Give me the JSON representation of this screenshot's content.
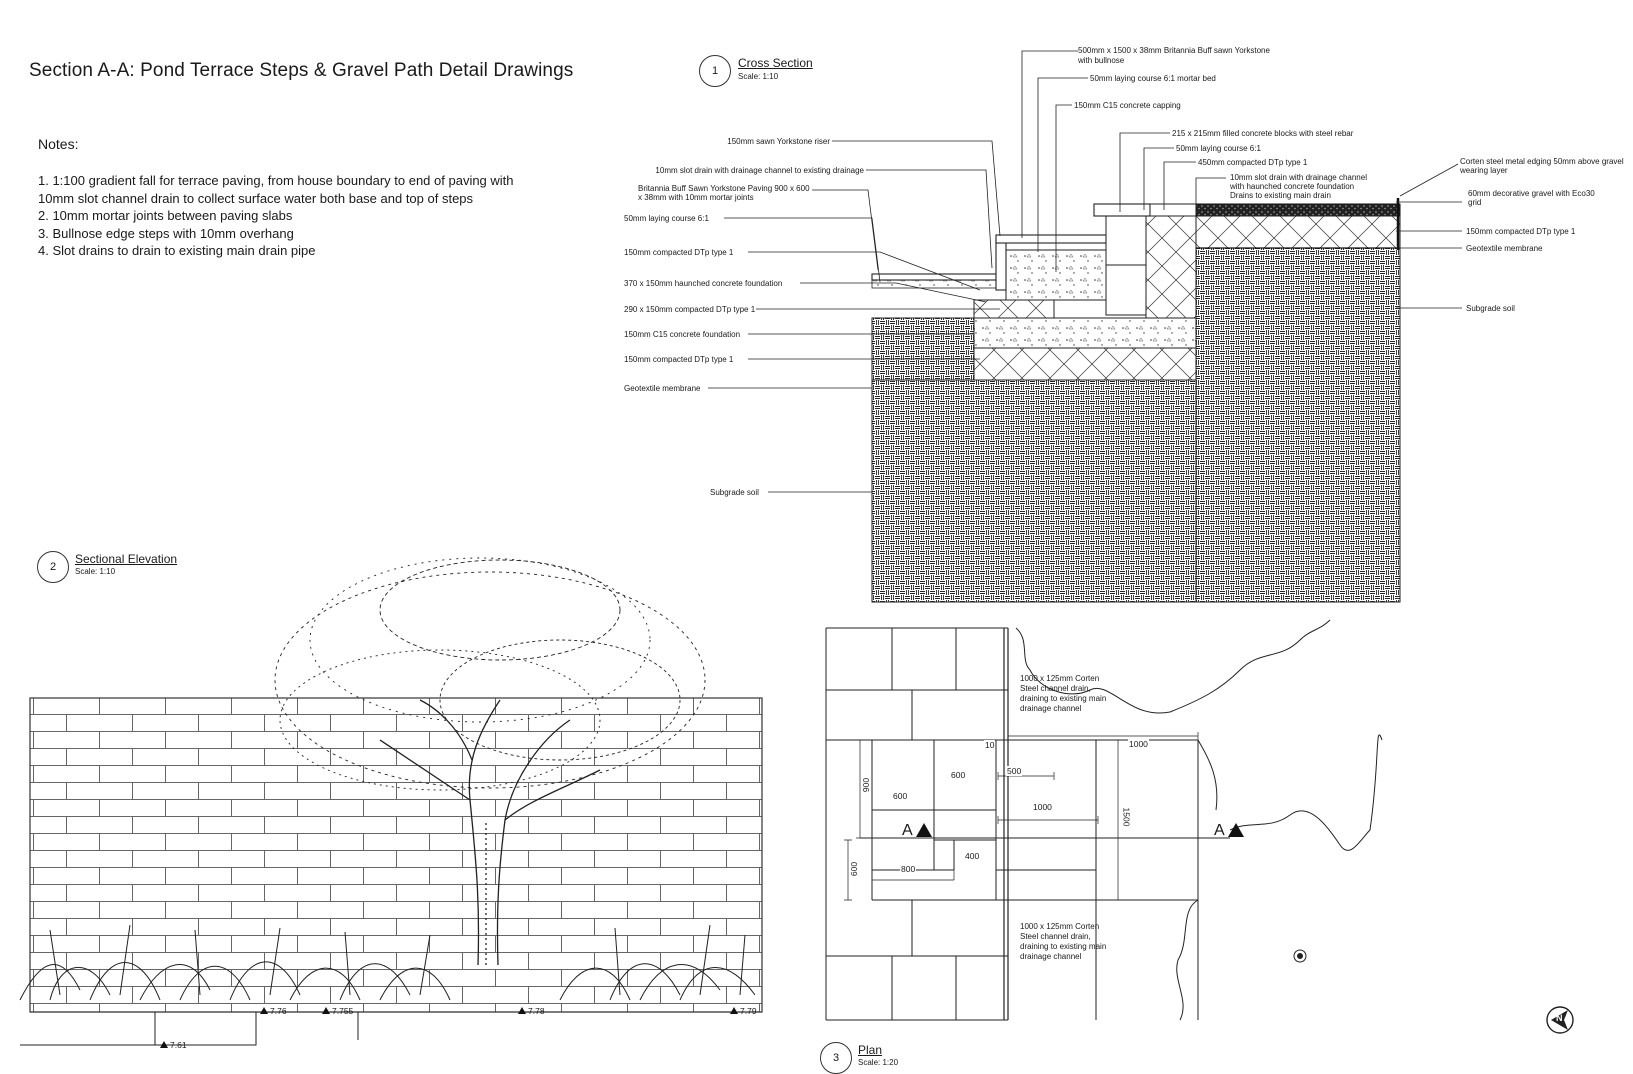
{
  "title": "Section A-A: Pond Terrace Steps & Gravel Path Detail Drawings",
  "notes": {
    "heading": "Notes:",
    "items": [
      "1. 1:100 gradient fall for terrace paving, from house boundary to end of paving with",
      "10mm slot channel drain to collect surface water both base and top of steps",
      "2. 10mm mortar joints between paving slabs",
      "3. Bullnose edge steps with 10mm overhang",
      "4. Slot drains to drain to existing main drain pipe"
    ]
  },
  "views": {
    "cross_section": {
      "number": "1",
      "title": "Cross Section",
      "scale": "Scale: 1:10"
    },
    "sectional_elevation": {
      "number": "2",
      "title": "Sectional Elevation",
      "scale": "Scale: 1:10"
    },
    "plan": {
      "number": "3",
      "title": "Plan",
      "scale": "Scale: 1:20"
    }
  },
  "cross_section_labels": {
    "top": [
      "500mm x 1500 x 38mm Britannia Buff sawn Yorkstone",
      "with bullnose",
      "50mm laying course 6:1 mortar bed",
      "150mm C15 concrete capping",
      "215 x 215mm filled concrete blocks with steel rebar",
      "50mm laying course 6:1",
      "450mm compacted DTp type 1",
      "10mm slot drain with drainage channel",
      "with haunched concrete foundation",
      "Drains to existing main drain"
    ],
    "left": [
      "150mm sawn Yorkstone riser",
      "10mm slot drain with drainage channel to existing drainage",
      "Britannia Buff Sawn Yorkstone Paving 900 x 600",
      "x 38mm with 10mm mortar joints",
      "50mm laying course 6:1",
      "150mm compacted DTp type 1",
      "370 x 150mm haunched concrete foundation",
      "290 x 150mm compacted DTp type 1",
      "150mm C15 concrete foundation",
      "150mm compacted DTp type 1",
      "Geotextile membrane",
      "Subgrade soil"
    ],
    "right": [
      "Corten steel metal edging 50mm above gravel",
      "wearing layer",
      "60mm decorative gravel with Eco30",
      "grid",
      "150mm compacted DTp type 1",
      "Geotextile membrane",
      "Subgrade soil"
    ]
  },
  "elevation_levels": [
    "7.78",
    "7.755",
    "7.76",
    "7.79",
    "7.61"
  ],
  "plan": {
    "drain_note_top": [
      "1000 x 125mm Corten",
      "Steel channel drain,",
      "draining to existing main",
      "drainage channel"
    ],
    "drain_note_bottom": [
      "1000 x 125mm Corten",
      "Steel channel drain,",
      "draining to existing main",
      "drainage channel"
    ],
    "dimensions": {
      "d10": "10",
      "d1000_top": "1000",
      "d600_a": "600",
      "d500": "500",
      "d600_b": "600",
      "d900": "900",
      "d1000_mid": "1000",
      "d1500": "1500",
      "d400": "400",
      "d800": "800",
      "d600_c": "600"
    },
    "section_markers": [
      "A",
      "A"
    ],
    "north_symbol": "N"
  },
  "colors": {
    "ink": "#1a1a1a",
    "hatch": "#2a2a2a",
    "paper": "#ffffff"
  }
}
